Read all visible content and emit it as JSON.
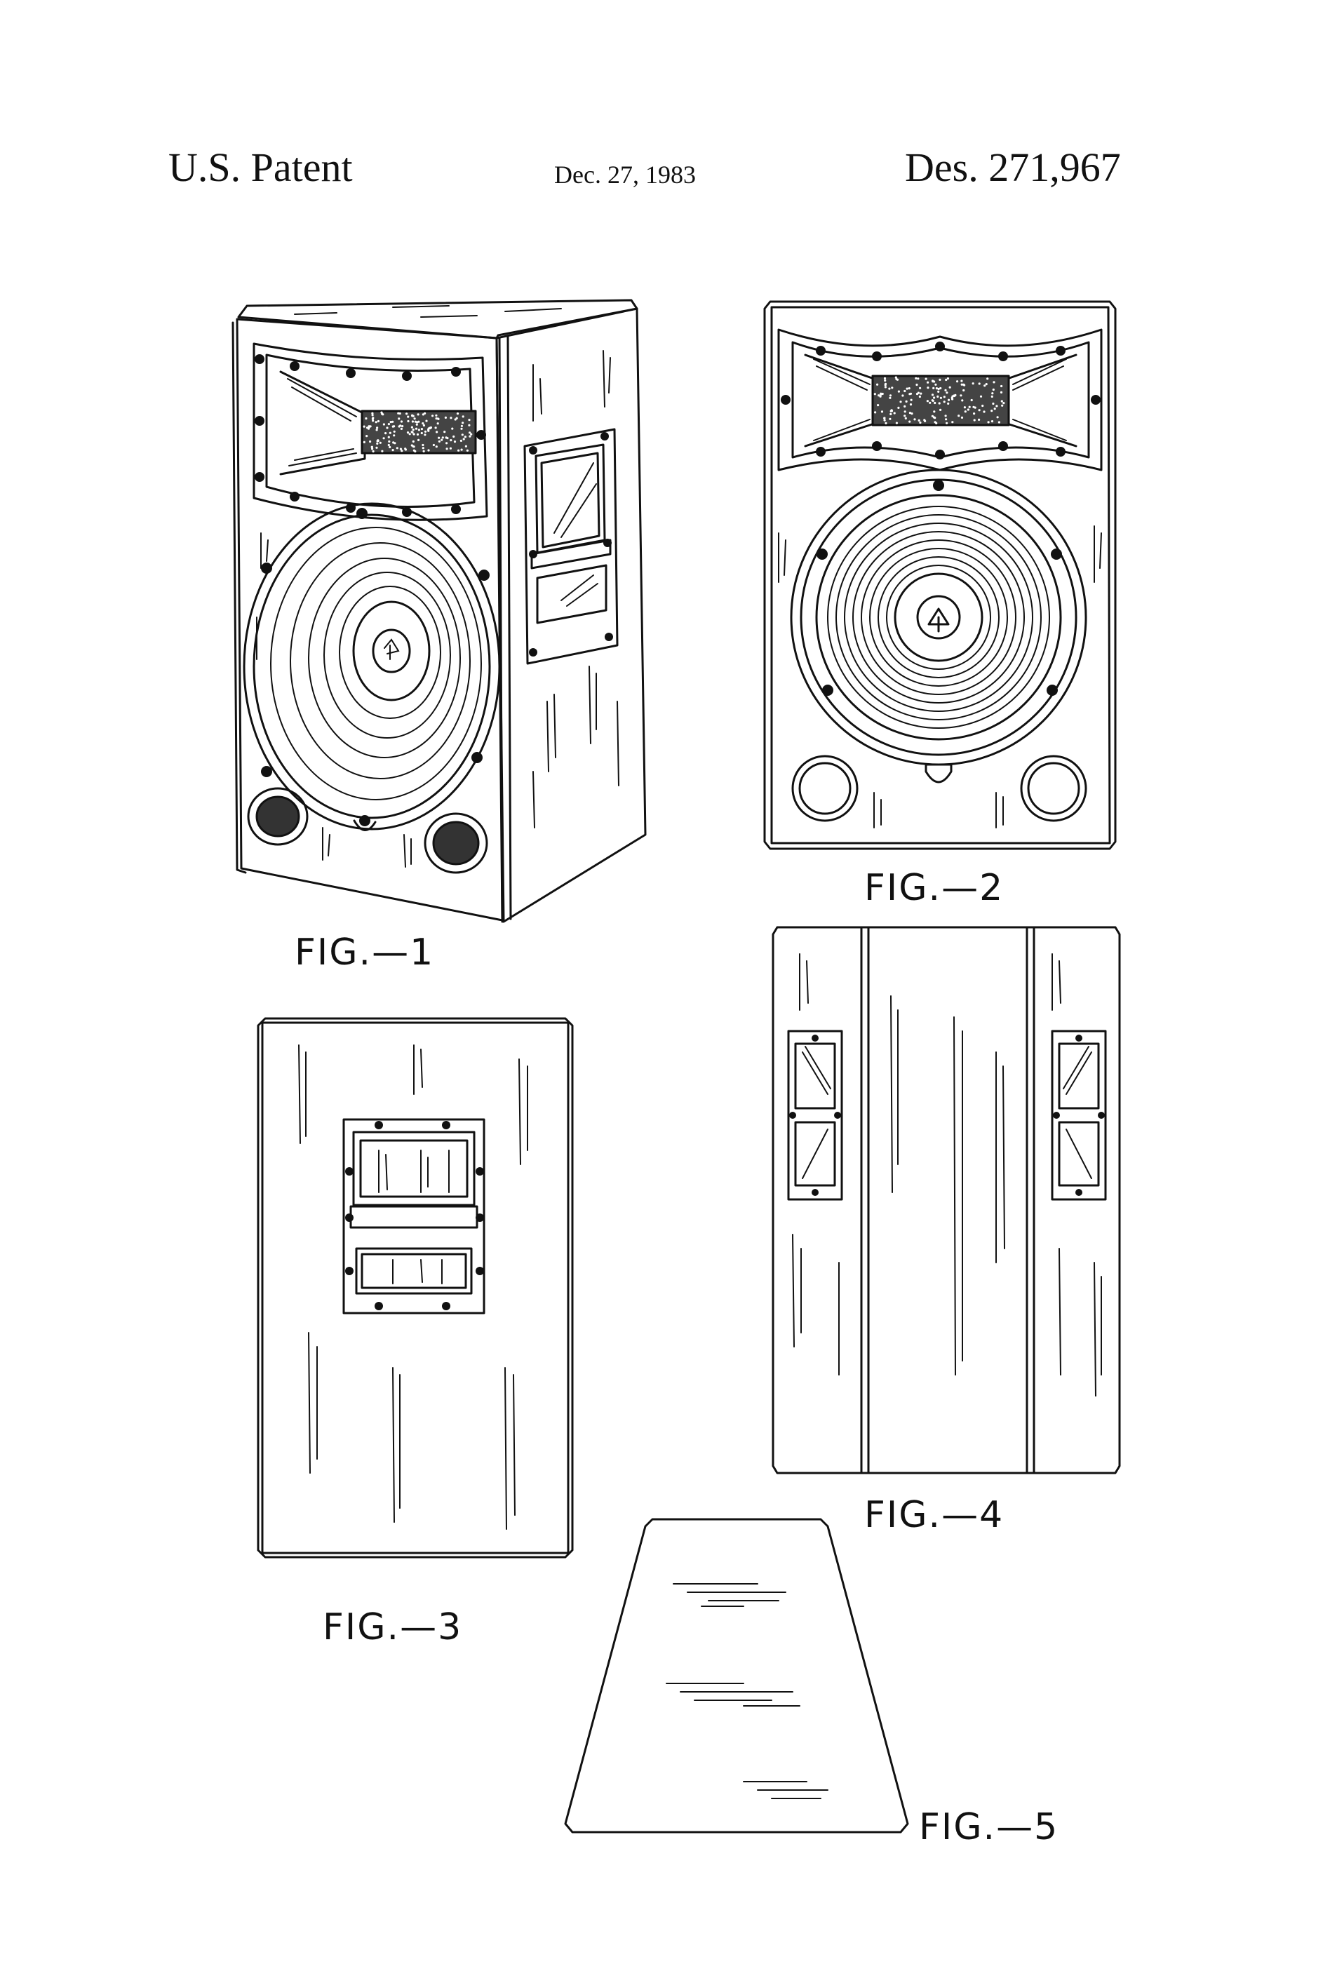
{
  "header": {
    "left": "U.S. Patent",
    "date": "Dec. 27, 1983",
    "number": "Des. 271,967"
  },
  "figures": [
    {
      "label": "FIG.—1",
      "icon": "speaker-perspective-view"
    },
    {
      "label": "FIG.—2",
      "icon": "speaker-front-view"
    },
    {
      "label": "FIG.—3",
      "icon": "speaker-rear-view"
    },
    {
      "label": "FIG.—4",
      "icon": "speaker-side-view"
    },
    {
      "label": "FIG.—5",
      "icon": "speaker-top-view"
    }
  ]
}
